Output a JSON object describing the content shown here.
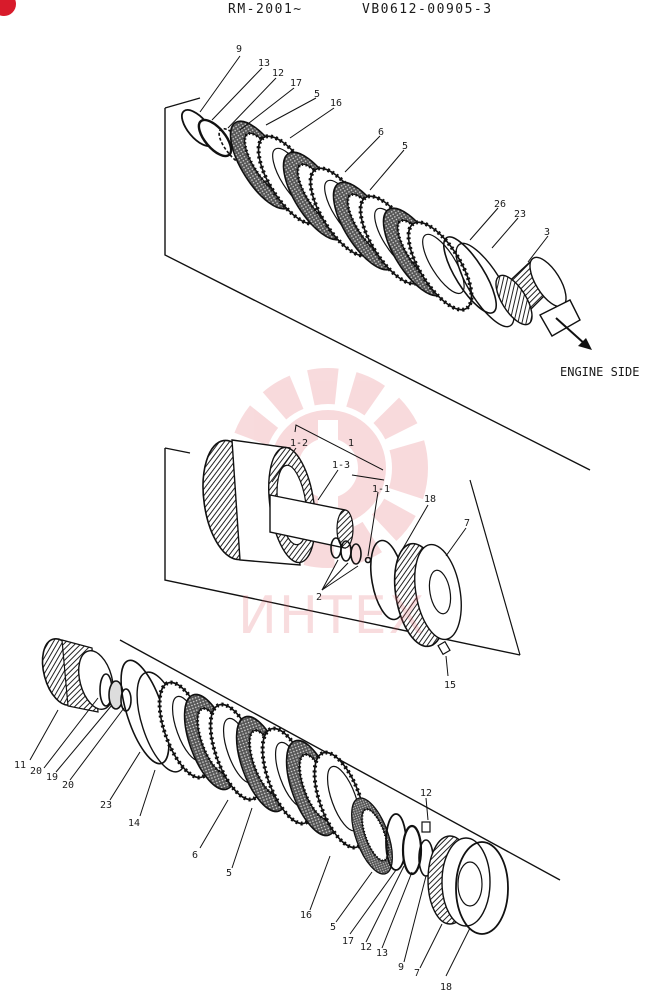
{
  "header": {
    "model_range": "RM-2001~",
    "catalog_code": "VB0612-00905-3"
  },
  "watermark": {
    "text": "ИНТЕХ",
    "color": "#e05a64",
    "logo_icon": "gear-logo-icon"
  },
  "corner_badge_color": "#d81b2b",
  "upper_assembly": {
    "callouts": {
      "c9": "9",
      "c13": "13",
      "c12": "12",
      "c17": "17",
      "c5a": "5",
      "c16": "16",
      "c6": "6",
      "c5b": "5",
      "c26": "26",
      "c23": "23",
      "c3": "3"
    },
    "direction_label": "ENGINE SIDE"
  },
  "middle_assembly": {
    "callouts": {
      "c1": "1",
      "c1_2": "1-2",
      "c1_3": "1-3",
      "c1_1": "1-1",
      "c18": "18",
      "c7": "7",
      "c2": "2",
      "c15": "15"
    }
  },
  "lower_assembly": {
    "callouts": {
      "c11": "11",
      "c20a": "20",
      "c19": "19",
      "c20b": "20",
      "c23": "23",
      "c14": "14",
      "c6": "6",
      "c5a": "5",
      "c16": "16",
      "c12a": "12",
      "c5b": "5",
      "c17": "17",
      "c12b": "12",
      "c13": "13",
      "c9": "9",
      "c7": "7",
      "c18": "18"
    }
  }
}
